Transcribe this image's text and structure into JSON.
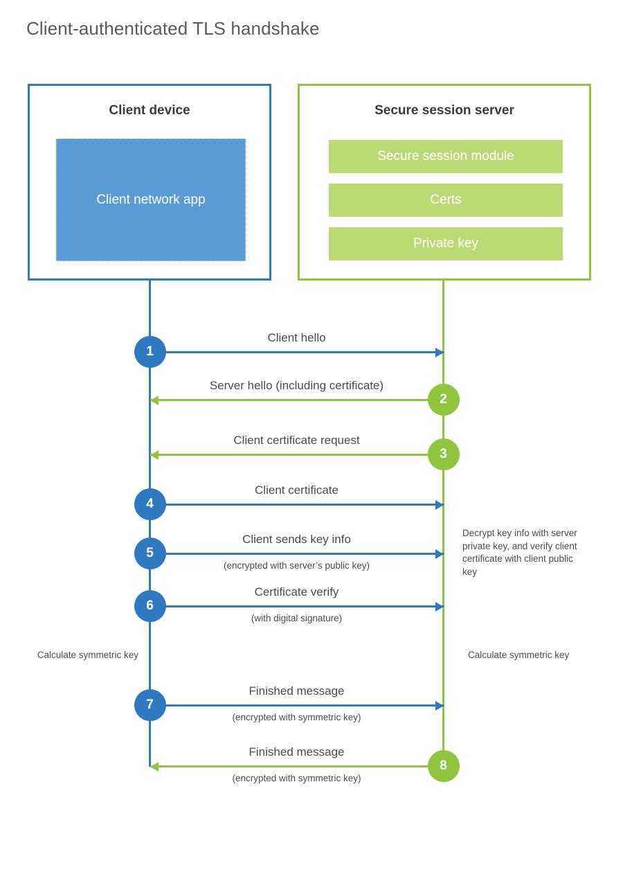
{
  "title": "Client-authenticated TLS handshake",
  "colors": {
    "client_blue": "#2e79c0",
    "client_app_fill": "#5b9bd5",
    "server_green": "#8fc53f",
    "server_bar_fill": "#bada74",
    "text_gray": "#4a4a4a",
    "title_gray": "#5a5a5a",
    "background": "#ffffff"
  },
  "client": {
    "title": "Client device",
    "app_label": "Client network app"
  },
  "server": {
    "title": "Secure session server",
    "modules": [
      "Secure session module",
      "Certs",
      "Private key"
    ]
  },
  "steps": [
    {
      "number": "1",
      "label": "Client hello",
      "sublabel": "",
      "direction": "client-to-server",
      "side": "client"
    },
    {
      "number": "2",
      "label": "Server hello (including certificate)",
      "sublabel": "",
      "direction": "server-to-client",
      "side": "server"
    },
    {
      "number": "3",
      "label": "Client certificate request",
      "sublabel": "",
      "direction": "server-to-client",
      "side": "server"
    },
    {
      "number": "4",
      "label": "Client certificate",
      "sublabel": "",
      "direction": "client-to-server",
      "side": "client"
    },
    {
      "number": "5",
      "label": "Client sends key info",
      "sublabel": "(encrypted with server’s public key)",
      "direction": "client-to-server",
      "side": "client"
    },
    {
      "number": "6",
      "label": "Certificate verify",
      "sublabel": "(with digital signature)",
      "direction": "client-to-server",
      "side": "client"
    },
    {
      "number": "7",
      "label": "Finished message",
      "sublabel": "(encrypted with symmetric key)",
      "direction": "client-to-server",
      "side": "client"
    },
    {
      "number": "8",
      "label": "Finished message",
      "sublabel": "(encrypted with symmetric key)",
      "direction": "server-to-client",
      "side": "server"
    }
  ],
  "annotations": {
    "server_decrypt": "Decrypt key info with server private key, and verify client certificate with client public key",
    "client_calculate": "Calculate symmetric key",
    "server_calculate": "Calculate symmetric key"
  }
}
